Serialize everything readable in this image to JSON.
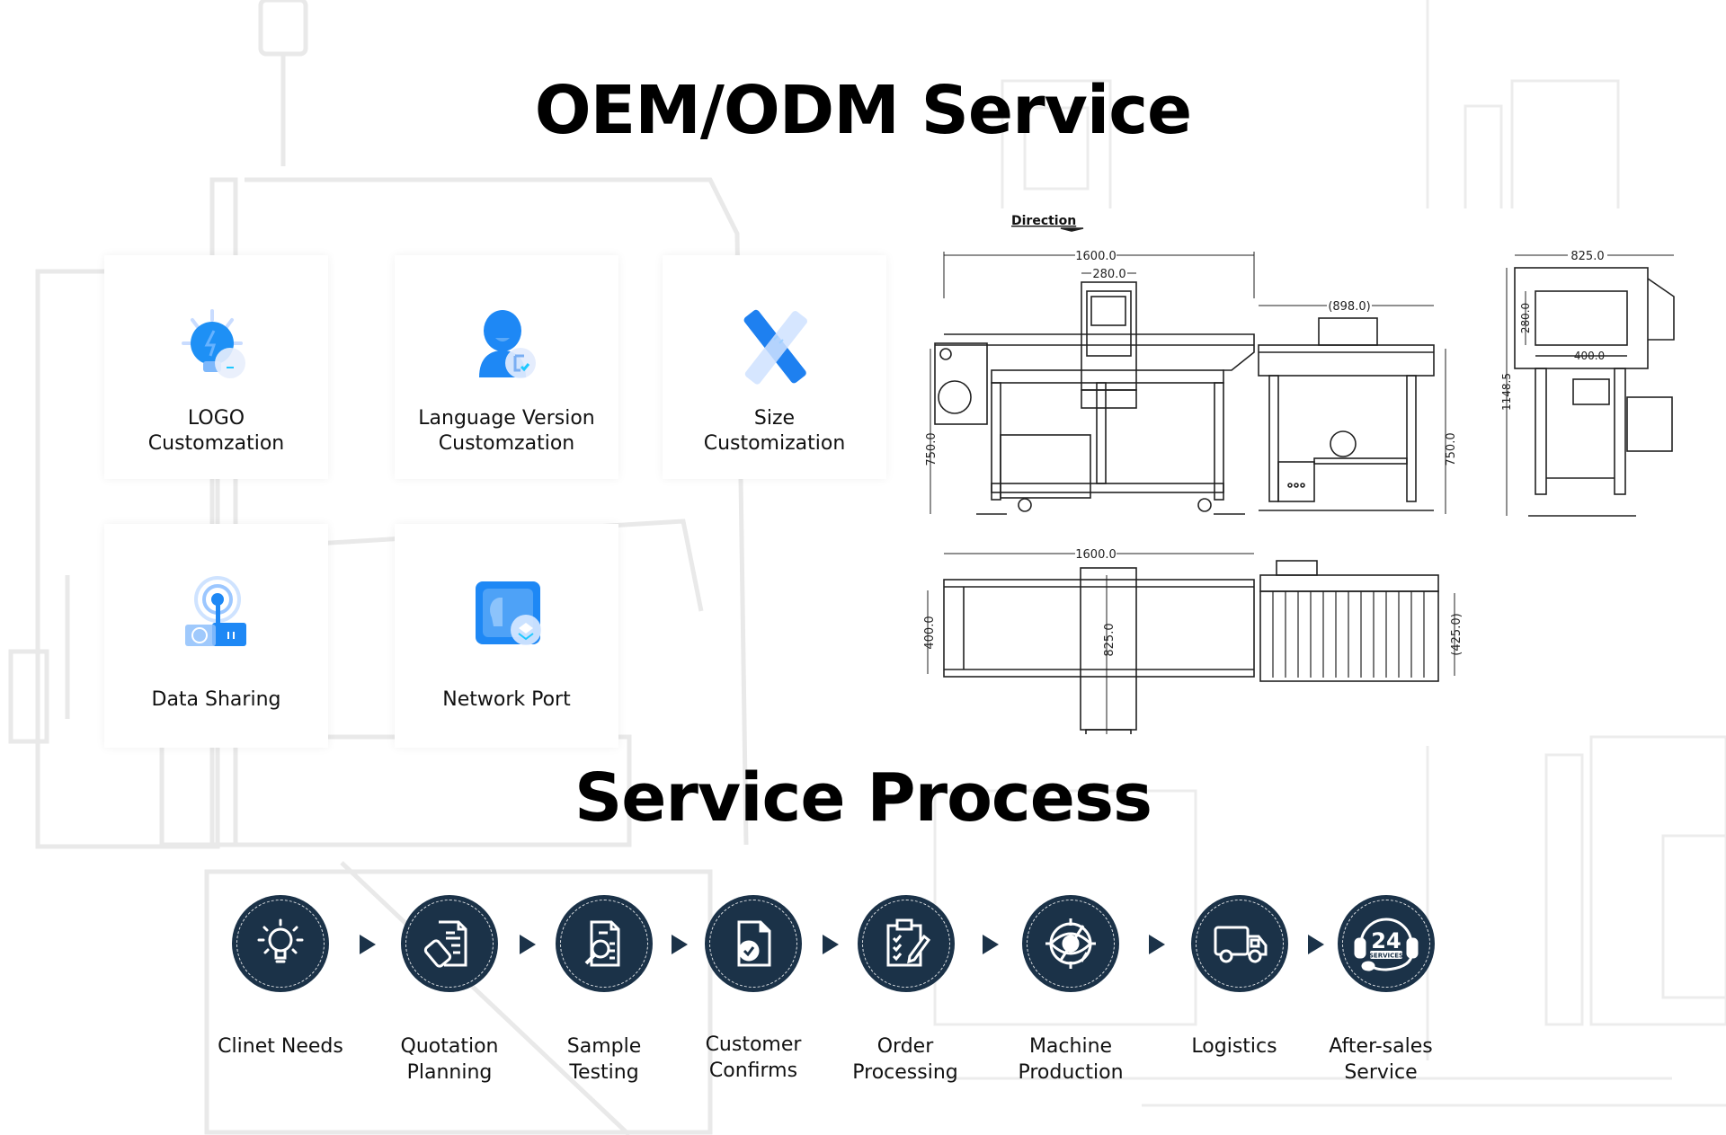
{
  "header": {
    "title": "OEM/ODM Service"
  },
  "customization": {
    "cards": [
      {
        "label_line1": "LOGO",
        "label_line2": "Customzation",
        "icon": "lightbulb-icon"
      },
      {
        "label_line1": "Language Version",
        "label_line2": "Customzation",
        "icon": "user-document-icon"
      },
      {
        "label_line1": "Size",
        "label_line2": "Customization",
        "icon": "ruler-cross-icon"
      },
      {
        "label_line1": "Data Sharing",
        "icon": "signal-router-icon"
      },
      {
        "label_line1": "Network Port",
        "icon": "network-layer-icon"
      }
    ],
    "accent_color": "#1e88f5"
  },
  "drawing": {
    "direction_label": "Direction",
    "front_view": {
      "overall_length": "1600.0",
      "head_width": "280.0",
      "reject_length": "(898.0)",
      "height_left": "750.0",
      "height_right": "750.0"
    },
    "side_view": {
      "width": "825.0",
      "aperture_height": "280.0",
      "aperture_width": "400.0",
      "total_height": "1148.5"
    },
    "top_view": {
      "overall_length": "1600.0",
      "belt_width": "400.0",
      "head_depth": "825.0",
      "reject_width": "(425.0)"
    }
  },
  "process": {
    "title": "Service Process",
    "circle_color": "#1b3248",
    "steps": [
      {
        "line1": "Clinet Needs",
        "line2": "",
        "icon": "lightbulb-icon"
      },
      {
        "line1": "Quotation",
        "line2": "Planning",
        "icon": "quotation-document-icon"
      },
      {
        "line1": "Sample",
        "line2": "Testing",
        "icon": "document-search-icon"
      },
      {
        "line1": "Customer",
        "line2": "Confirms",
        "icon": "document-check-icon"
      },
      {
        "line1": "Order",
        "line2": "Processing",
        "icon": "clipboard-checklist-icon"
      },
      {
        "line1": "Machine",
        "line2": "Production",
        "icon": "eye-target-icon"
      },
      {
        "line1": "Logistics",
        "line2": "",
        "icon": "truck-icon"
      },
      {
        "line1": "After-sales",
        "line2": "Service",
        "icon": "headset-24-services-icon"
      }
    ],
    "badge": {
      "number": "24",
      "text": "SERVICES"
    }
  }
}
